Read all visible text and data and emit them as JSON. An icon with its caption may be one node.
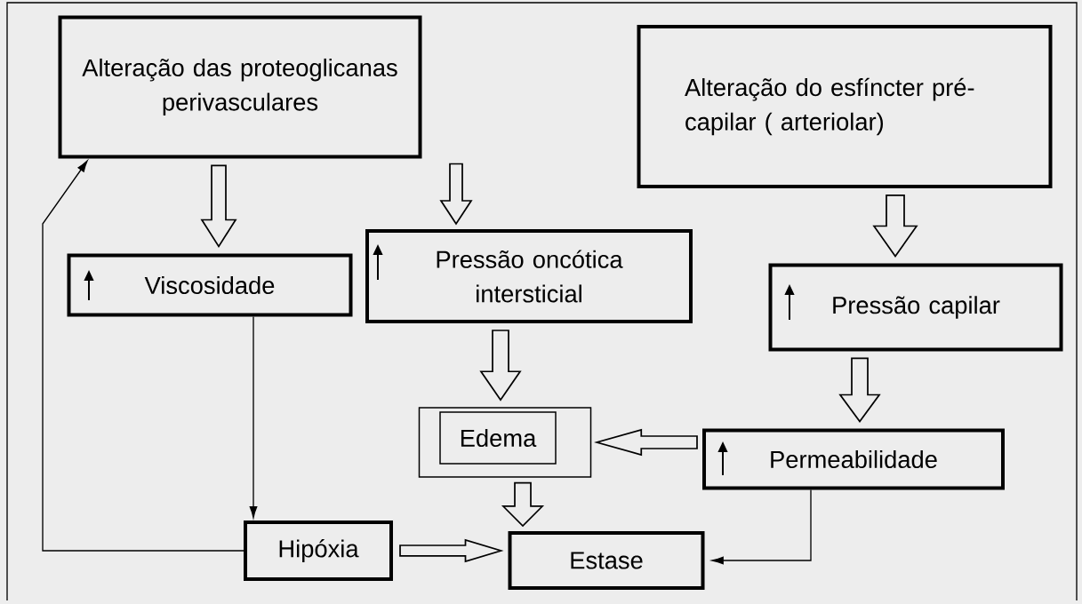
{
  "diagram": {
    "nodes": [
      {
        "text": [
          "Alteração das proteoglicanas perivasculares"
        ]
      },
      {
        "text": [
          "Alteração do esfíncter pré-capilar ( arteriolar)"
        ]
      },
      {
        "text": [
          "Viscosidade"
        ]
      },
      {
        "text": [
          "Pressão oncótica intersticial"
        ]
      },
      {
        "text": [
          "Pressão capilar"
        ]
      },
      {
        "text": [],
        "shape": "box"
      },
      {
        "text": [
          "Edema"
        ],
        "in": 5
      },
      {
        "text": [
          "Permeabilidade"
        ]
      },
      {
        "text": [
          "Hipóxia"
        ]
      },
      {
        "text": [
          "Estase"
        ]
      }
    ],
    "edges": [
      {
        "from": 0,
        "to": 2,
        "arrow": "to",
        "style": "thick"
      },
      {
        "from": 0,
        "to": 3,
        "arrow": "to",
        "style": "thick"
      },
      {
        "from": 1,
        "to": 4,
        "arrow": "to",
        "style": "thick"
      },
      {
        "from": 3,
        "to": 5,
        "arrow": "to",
        "style": "thick"
      },
      {
        "from": 4,
        "to": 7,
        "arrow": "to",
        "style": "thick"
      },
      {
        "from": 7,
        "to": 5,
        "arrow": "to",
        "style": "thick"
      },
      {
        "from": 5,
        "to": 9,
        "arrow": "to",
        "style": "thick"
      },
      {
        "from": 8,
        "to": 9,
        "arrow": "to",
        "style": "thick"
      },
      {
        "from": 2,
        "to": 8,
        "arrow": "to"
      },
      {
        "from": 7,
        "to": 9,
        "arrow": "to"
      },
      {
        "from": 8,
        "to": 0,
        "arrow": "to"
      }
    ]
  }
}
